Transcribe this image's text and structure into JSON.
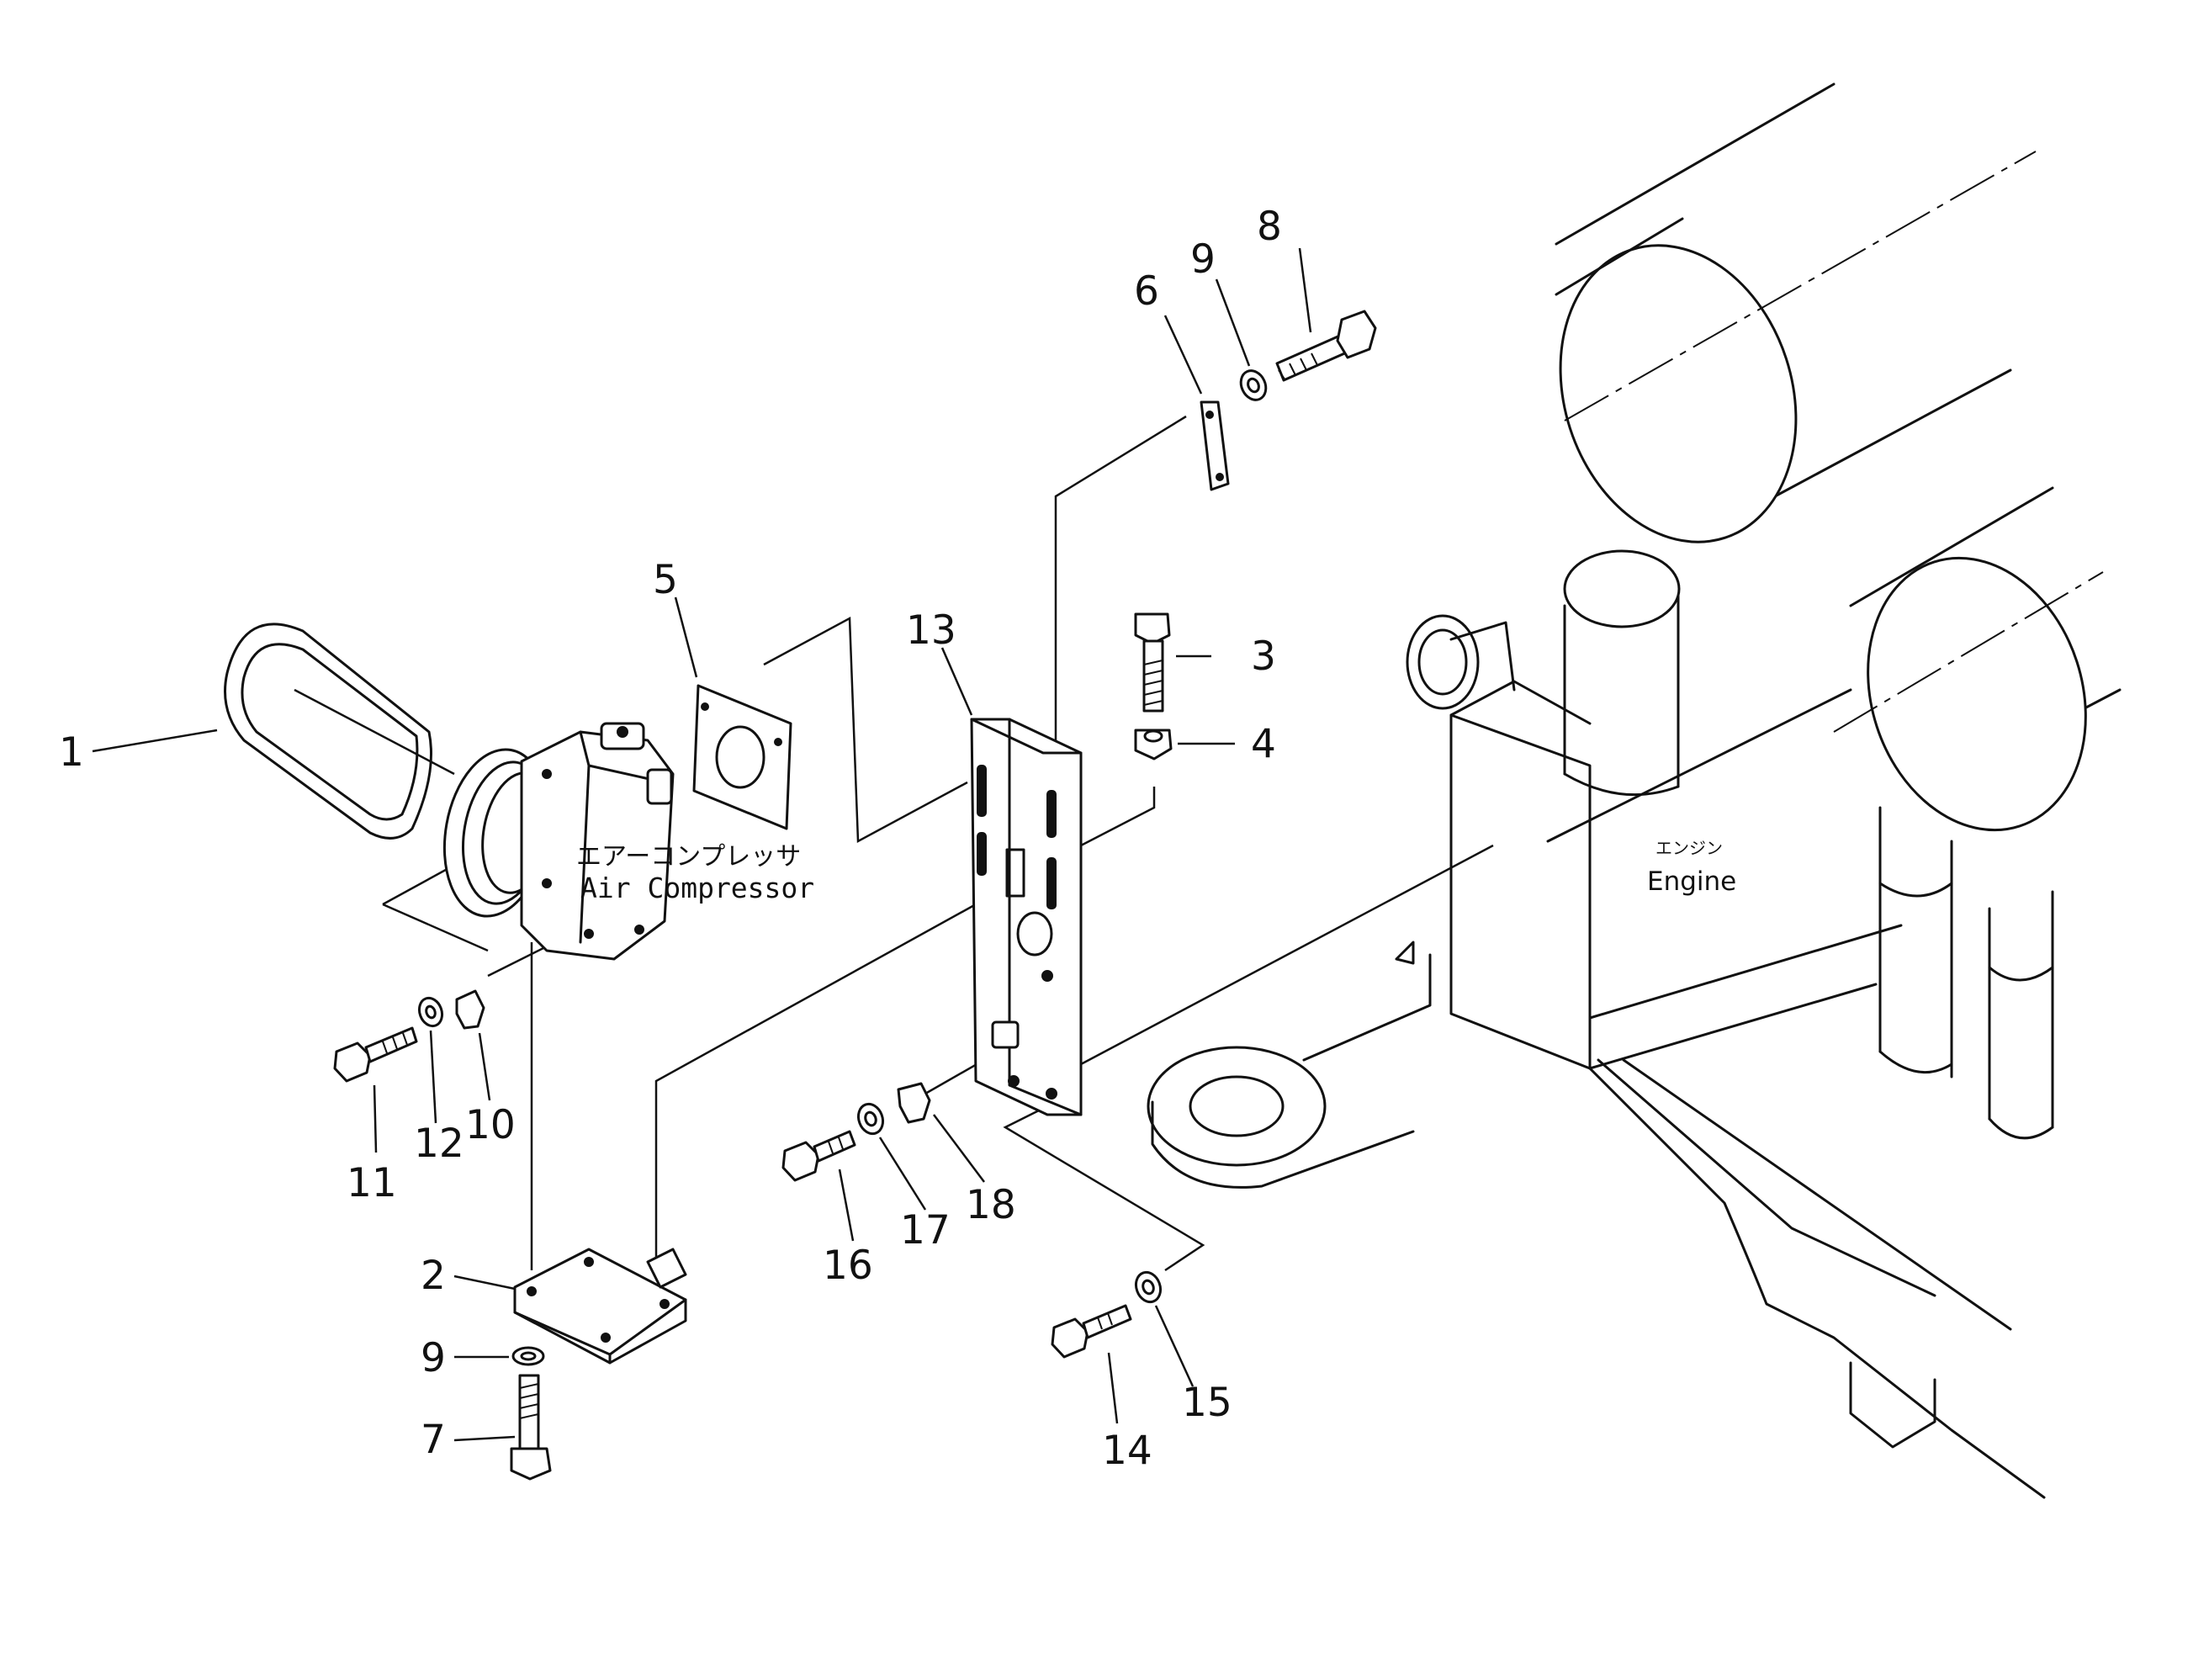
{
  "diagram": {
    "type": "exploded-parts-diagram",
    "callouts": [
      {
        "id": "c1",
        "text": "1"
      },
      {
        "id": "c2",
        "text": "2"
      },
      {
        "id": "c3",
        "text": "3"
      },
      {
        "id": "c4",
        "text": "4"
      },
      {
        "id": "c5",
        "text": "5"
      },
      {
        "id": "c6",
        "text": "6"
      },
      {
        "id": "c7",
        "text": "7"
      },
      {
        "id": "c8",
        "text": "8"
      },
      {
        "id": "c9a",
        "text": "9"
      },
      {
        "id": "c9b",
        "text": "9"
      },
      {
        "id": "c10",
        "text": "10"
      },
      {
        "id": "c11",
        "text": "11"
      },
      {
        "id": "c12",
        "text": "12"
      },
      {
        "id": "c13",
        "text": "13"
      },
      {
        "id": "c14",
        "text": "14"
      },
      {
        "id": "c15",
        "text": "15"
      },
      {
        "id": "c16",
        "text": "16"
      },
      {
        "id": "c17",
        "text": "17"
      },
      {
        "id": "c18",
        "text": "18"
      }
    ],
    "labels": {
      "air_compressor_jp": "エアーコンプレッサ",
      "air_compressor_en": "Air Compressor",
      "engine_jp": "エンジン",
      "engine_en": "Engine"
    }
  }
}
